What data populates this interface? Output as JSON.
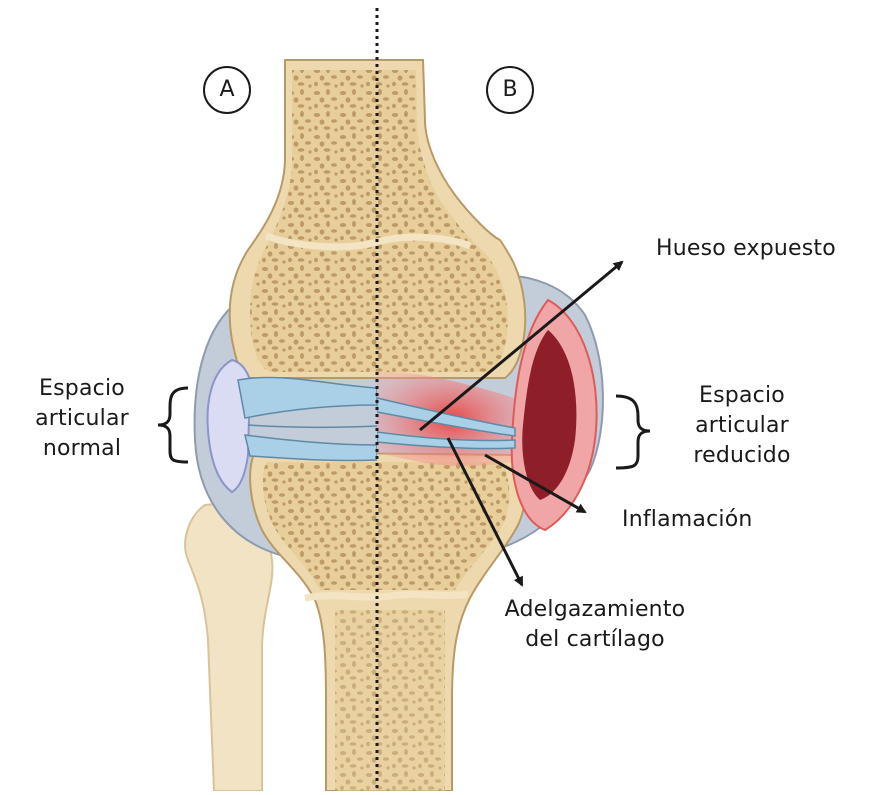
{
  "panels": {
    "a": "A",
    "b": "B"
  },
  "labels": {
    "normal_space": [
      "Espacio",
      "articular",
      "normal"
    ],
    "reduced_space": [
      "Espacio",
      "articular",
      "reducido"
    ],
    "exposed_bone": "Hueso expuesto",
    "inflammation": "Inflamación",
    "cartilage_thinning": [
      "Adelgazamiento",
      "del cartílago"
    ]
  },
  "colors": {
    "bone": "#eed9ae",
    "bone_outline": "#b79a66",
    "trabecular": "#caa676",
    "trabecular_pore": "#a5814f",
    "cartilage": "#a9d0e6",
    "synovial_capsule": "#c3ccd9",
    "synovial_fluid": "#d9dcf2",
    "inflammation": "#e03c3c",
    "inflamed_tissue": "#8e1f28",
    "divider": "#1a1a1a"
  },
  "icons": {
    "arrow": "arrow-icon",
    "bracket": "curly-bracket-icon"
  }
}
